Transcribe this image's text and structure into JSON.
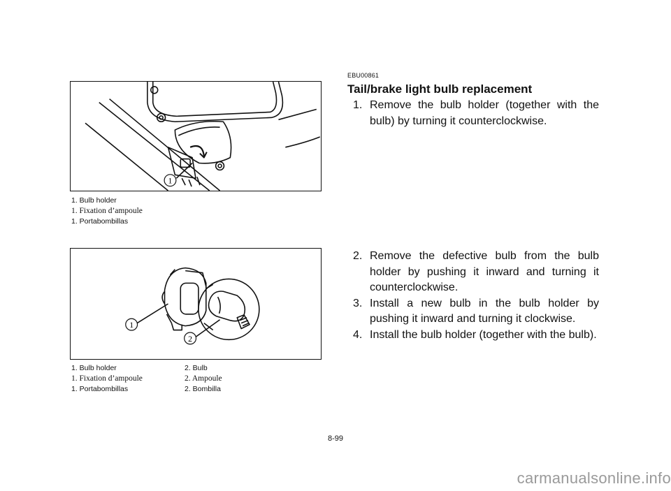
{
  "section_code": "EBU00861",
  "title": "Tail/brake light bulb replacement",
  "steps_part1": [
    {
      "num": "1.",
      "text": "Remove the bulb holder (together with the bulb) by turning it counterclockwise."
    }
  ],
  "steps_part2": [
    {
      "num": "2.",
      "text": "Remove the defective bulb from the bulb holder by pushing it inward and turning it counterclockwise."
    },
    {
      "num": "3.",
      "text": "Install a new bulb in the bulb holder by pushing it inward and turning it clockwise."
    },
    {
      "num": "4.",
      "text": "Install the bulb holder (together with the bulb)."
    }
  ],
  "figure1": {
    "callouts": [
      "1"
    ],
    "caption": {
      "en": "1.  Bulb holder",
      "fr": "1.  Fixation d’ampoule",
      "es": "1.  Portabombillas"
    }
  },
  "figure2": {
    "callouts": [
      "1",
      "2"
    ],
    "caption": {
      "en": [
        "1.  Bulb holder",
        "2.  Bulb"
      ],
      "fr": [
        "1.  Fixation d’ampoule",
        "2.  Ampoule"
      ],
      "es": [
        "1.  Portabombillas",
        "2.  Bombilla"
      ]
    }
  },
  "page_number": "8-99",
  "watermark": "carmanualsonline.info"
}
